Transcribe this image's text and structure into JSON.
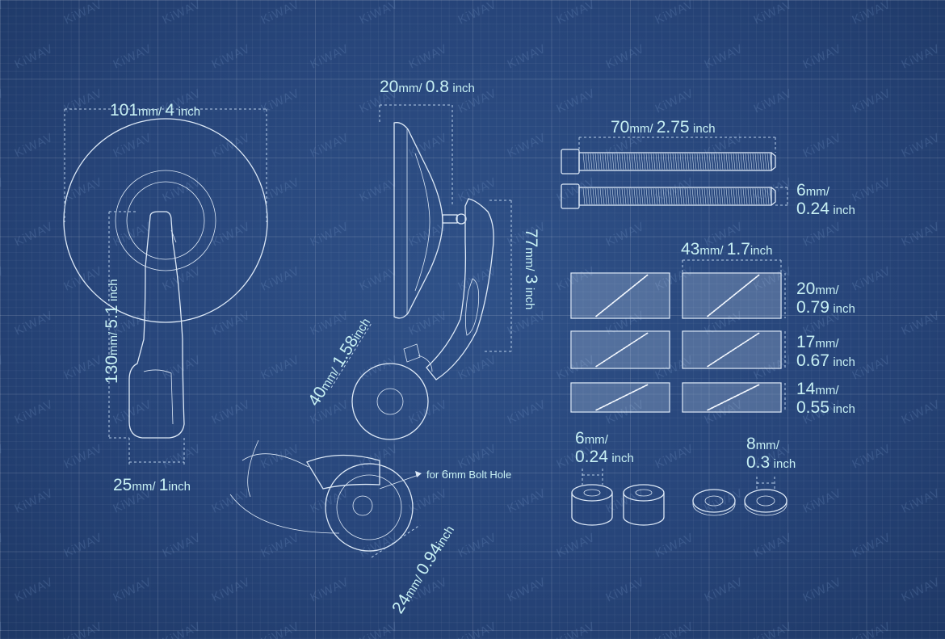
{
  "watermark": "KiWAV",
  "mirror_front": {
    "width": {
      "num": "101",
      "unit": "mm",
      "sep": "/ ",
      "num2": "4",
      "unit2": "inch"
    },
    "height": {
      "num": "130",
      "unit": "mm",
      "sep": "/ ",
      "num2": "5.1",
      "unit2": "inch"
    },
    "base": {
      "num": "25",
      "unit": "mm",
      "sep": "/ ",
      "num2": "1",
      "unit2": "inch"
    }
  },
  "mirror_side": {
    "depth": {
      "num": "20",
      "unit": "mm",
      "sep": "/ ",
      "num2": "0.8",
      "unit2": "inch"
    },
    "arm_height": {
      "num": "77",
      "unit": "mm",
      "sep": "/ ",
      "num2": "3",
      "unit2": "inch"
    },
    "reach": {
      "num": "40",
      "unit": "mm",
      "sep": "/ ",
      "num2": "1.58",
      "unit2": "inch"
    }
  },
  "mount_detail": {
    "bolt_note_prefix": "for ",
    "bolt_note_num": "6",
    "bolt_note_unit": "mm",
    "bolt_note_suffix": " Bolt Hole",
    "diameter": {
      "num": "24",
      "unit": "mm",
      "sep": "/ ",
      "num2": "0.94",
      "unit2": "inch"
    }
  },
  "bolts": {
    "length": {
      "num": "70",
      "unit": "mm",
      "sep": "/ ",
      "num2": "2.75",
      "unit2": "inch"
    },
    "diameter": {
      "num": "6",
      "unit": "mm",
      "sep": "/",
      "num2": "0.24",
      "unit2": "inch"
    }
  },
  "adapters": {
    "width": {
      "num": "43",
      "unit": "mm",
      "sep": "/ ",
      "num2": "1.7",
      "unit2": "inch"
    },
    "sizes": [
      {
        "num": "20",
        "unit": "mm",
        "sep": "/",
        "num2": "0.79",
        "unit2": "inch"
      },
      {
        "num": "17",
        "unit": "mm",
        "sep": "/",
        "num2": "0.67",
        "unit2": "inch"
      },
      {
        "num": "14",
        "unit": "mm",
        "sep": "/",
        "num2": "0.55",
        "unit2": "inch"
      }
    ]
  },
  "spacers": {
    "thick": {
      "num": "6",
      "unit": "mm",
      "sep": "/",
      "num2": "0.24",
      "unit2": "inch"
    },
    "washer": {
      "num": "8",
      "unit": "mm",
      "sep": "/",
      "num2": "0.3",
      "unit2": "inch"
    }
  },
  "colors": {
    "background": "#274474",
    "line": "#dde9f7",
    "label": "#c8f1f4"
  }
}
